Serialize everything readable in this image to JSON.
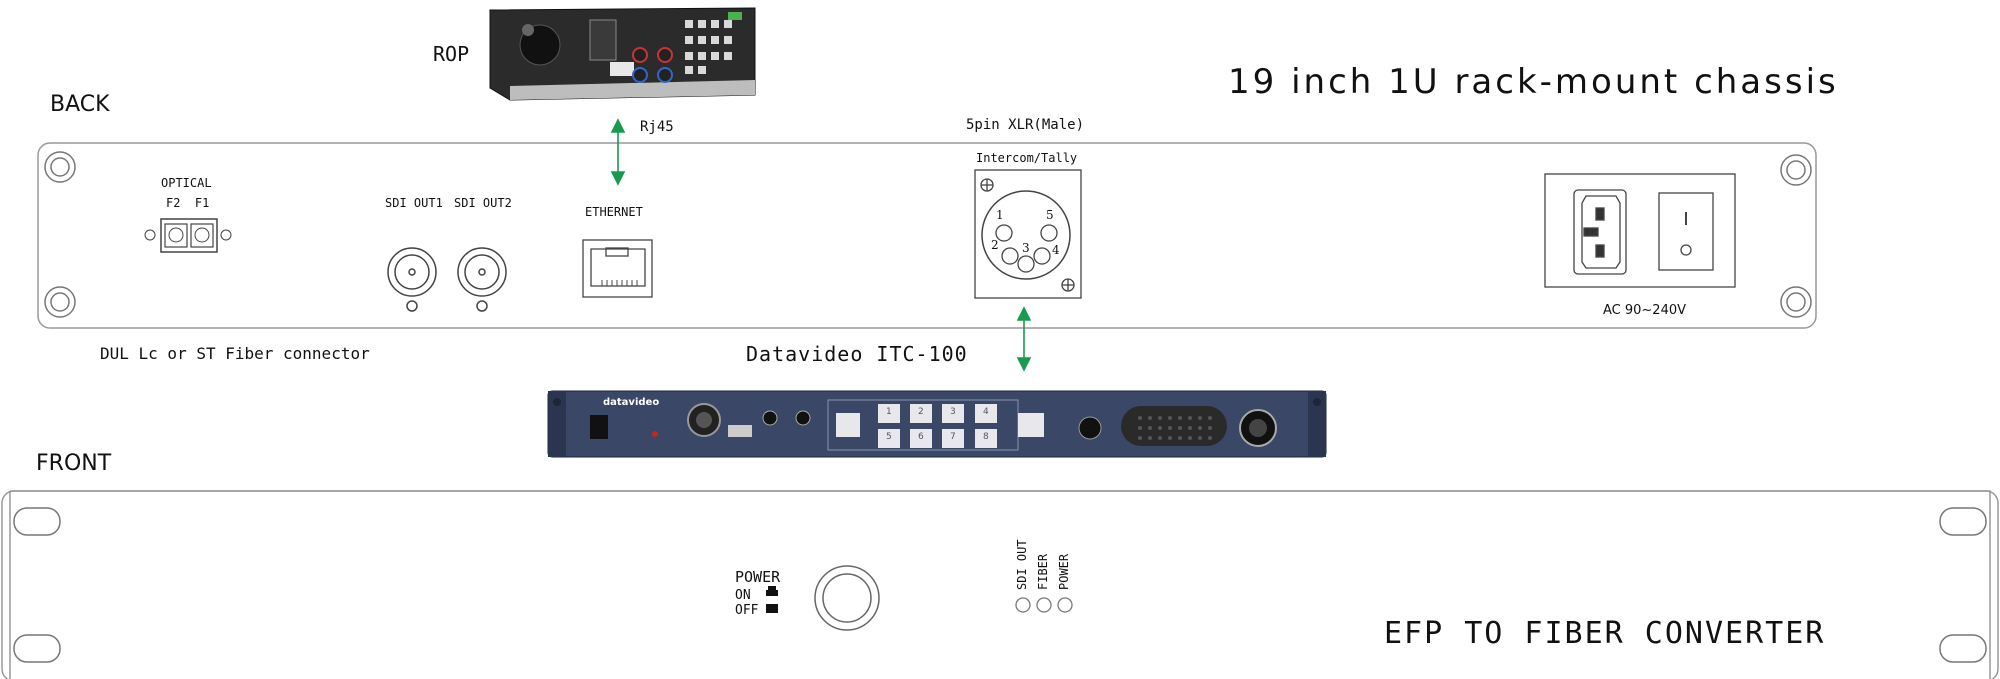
{
  "title": "19 inch 1U rack-mount chassis",
  "back": {
    "label": "BACK",
    "optical": {
      "label": "OPTICAL",
      "ports": "F2  F1",
      "caption": "DUL Lc or ST Fiber connector"
    },
    "sdi_out1": "SDI OUT1",
    "sdi_out2": "SDI OUT2",
    "ethernet": "ETHERNET",
    "xlr": {
      "header": "5pin XLR(Male)",
      "label": "Intercom/Tally",
      "pins": [
        "1",
        "2",
        "3",
        "4",
        "5"
      ]
    },
    "ac": "AC 90~240V"
  },
  "rop": {
    "label": "ROP"
  },
  "rj45": "Rj45",
  "itc100": {
    "label": "Datavideo ITC-100",
    "brand": "datavideo",
    "buttons": [
      "1",
      "2",
      "3",
      "4",
      "5",
      "6",
      "7",
      "8"
    ]
  },
  "front": {
    "label": "FRONT",
    "power": {
      "title": "POWER",
      "on": "ON",
      "off": "OFF"
    },
    "leds": [
      "SDI OUT",
      "FIBER",
      "POWER"
    ],
    "product": "EFP TO FIBER CONVERTER"
  }
}
